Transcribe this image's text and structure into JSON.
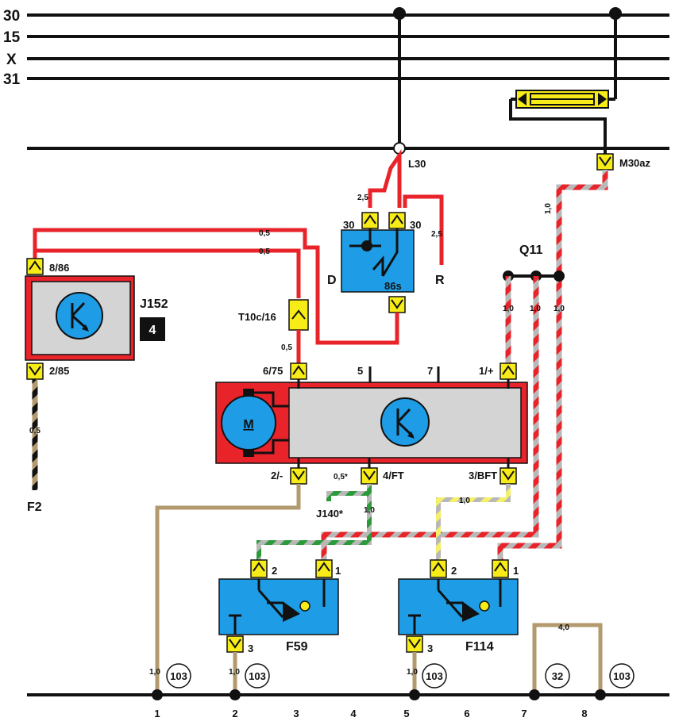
{
  "colors": {
    "wire_red": "#e8232a",
    "wire_brown": "#b39a6e",
    "wire_grey": "#b8b8b8",
    "wire_green": "#2a9a3a",
    "wire_yellow": "#f4f06a",
    "wire_black": "#111111",
    "connector_yellow": "#f7ec18",
    "component_blue": "#1e9de6",
    "component_grey": "#d4d4d4",
    "component_red": "#e8232a"
  },
  "bus_labels": [
    "30",
    "15",
    "X",
    "31"
  ],
  "terminal_labels": {
    "l30": "L30",
    "m30az": "M30az",
    "relay_d_left_pin": "30",
    "relay_d_right_pin": "30",
    "relay_d_name": "D",
    "relay_d_bottom_pin": "86s",
    "relay_r_label": "R",
    "j152_top": "8/86",
    "j152_bottom": "2/85",
    "j152_name": "J152",
    "j152_badge": "4",
    "t10c": "T10c/16",
    "main_675": "6/75",
    "main_5": "5",
    "main_7": "7",
    "main_1plus": "1/+",
    "main_2minus": "2/-",
    "main_4ft": "4/FT",
    "main_3bft": "3/BFT",
    "motor": "M",
    "j140": "J140*",
    "f2": "F2",
    "q11": "Q11",
    "f59": "F59",
    "f114": "F114",
    "sw_pin2": "2",
    "sw_pin1": "1",
    "sw_pin3": "3"
  },
  "wire_sizes": {
    "w25a": "2,5",
    "w25b": "2,5",
    "w05a": "0,5",
    "w05b": "0,5",
    "w05c": "0,5",
    "w05d": "0,5",
    "w05star": "0,5*",
    "w10m30": "1,0",
    "w10q1": "1,0",
    "w10q2": "1,0",
    "w10q3": "1,0",
    "w10j140": "1,0",
    "w10bft": "1,0",
    "w10g1": "1,0",
    "w10g2": "1,0",
    "w10g3": "1,0",
    "w40": "4,0"
  },
  "ground_refs": [
    "103",
    "103",
    "103",
    "32",
    "103"
  ],
  "column_numbers": [
    "1",
    "2",
    "3",
    "4",
    "5",
    "6",
    "7",
    "8"
  ]
}
